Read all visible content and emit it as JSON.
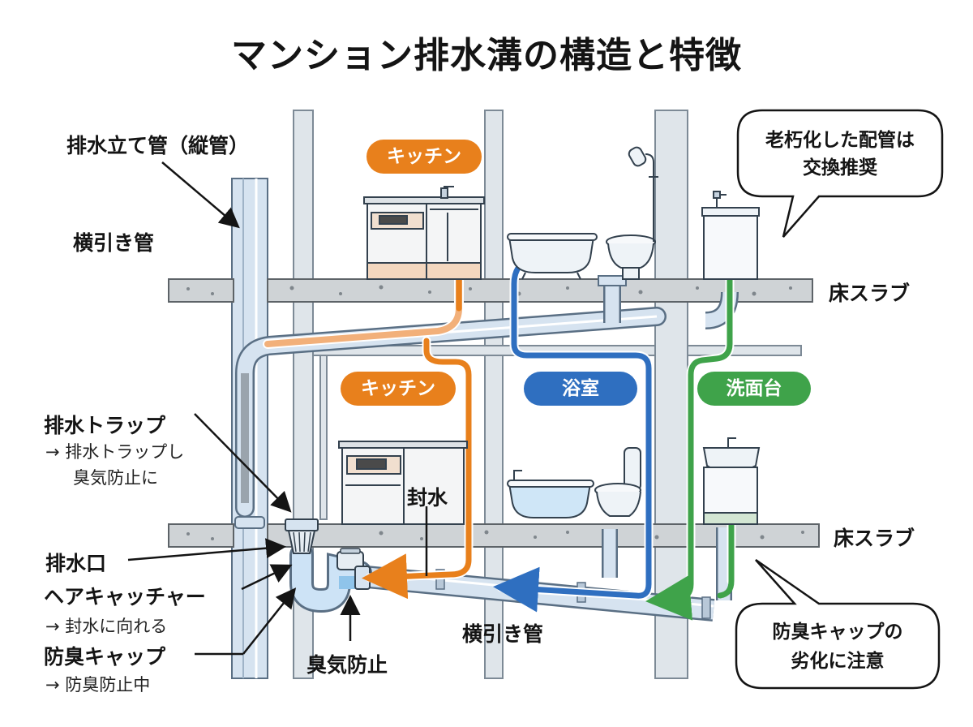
{
  "title": "マンション排水溝の構造と特徴",
  "labels": {
    "riser": "排水立て管（縦管）",
    "horizontal_top": "横引き管",
    "floor_slab_top": "床スラブ",
    "floor_slab_bottom": "床スラブ",
    "trap": "排水トラップ",
    "trap_note_1": "→ 排水トラップし",
    "trap_note_2": "臭気防止に",
    "drain_outlet": "排水口",
    "hair_catcher": "ヘアキャッチャー",
    "hair_catcher_note": "→ 封水に向れる",
    "odor_cap": "防臭キャップ",
    "odor_cap_note": "→ 防臭防止中",
    "water_seal": "封水",
    "odor_prevention": "臭気防止",
    "horizontal_bottom": "横引き管"
  },
  "rooms": {
    "kitchen_upper": "キッチン",
    "kitchen_lower": "キッチン",
    "bathroom": "浴室",
    "washbasin": "洗面台"
  },
  "callouts": {
    "top_right_line1": "老朽化した配管は",
    "top_right_line2": "交換推奨",
    "bottom_right_line1": "防臭キャップの",
    "bottom_right_line2": "劣化に注意"
  },
  "colors": {
    "kitchen": "#e8801c",
    "bathroom": "#2f6fc0",
    "washbasin": "#3fa34a",
    "pipe": "#d6e3f0",
    "concrete": "#cfd3d6"
  },
  "icons": [
    "kitchen-unit-icon",
    "bathtub-icon",
    "toilet-icon",
    "shower-icon",
    "washbasin-icon",
    "faucet-icon",
    "drain-trap-icon",
    "flow-arrow-icon"
  ]
}
